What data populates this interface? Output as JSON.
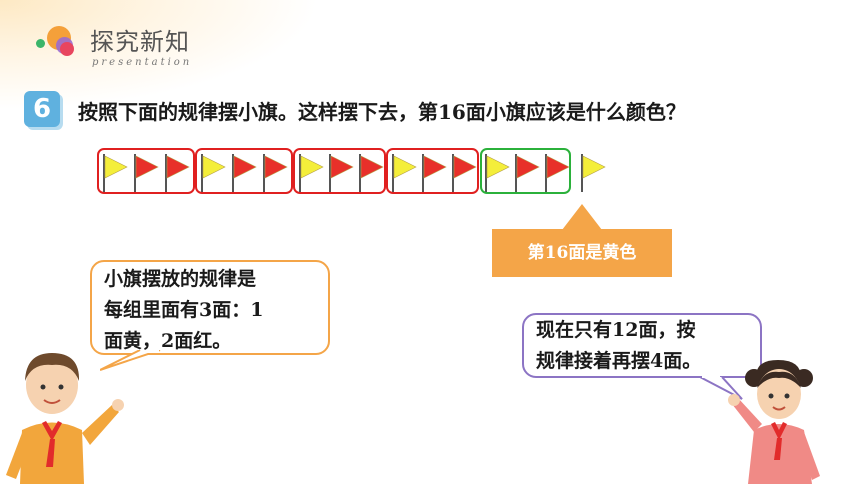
{
  "header": {
    "title": "探究新知",
    "subtitle": "presentation"
  },
  "problem": {
    "number": "6",
    "question": "按照下面的规律摆小旗。这样摆下去，第16面小旗应该是什么颜色？"
  },
  "flags": {
    "total_shown": 16,
    "pattern": [
      "yellow",
      "red",
      "red"
    ],
    "colors": {
      "yellow": "#f4ee3a",
      "red": "#e8302a",
      "pole": "#555555",
      "group_border": "#e02020",
      "highlight_border": "#2bb13b"
    }
  },
  "answer": {
    "label": "第16面是黄色",
    "color": "#f4a548"
  },
  "bubbles": {
    "left": {
      "line1": "小旗摆放的规律是",
      "line2": "每组里面有3面：1",
      "line3": "面黄，2面红。",
      "border_color": "#f4a548"
    },
    "right": {
      "line1": "现在只有12面，按",
      "line2": "规律接着再摆4面。",
      "border_color": "#8c74c4"
    }
  },
  "characters": [
    "boy-figure",
    "girl-figure"
  ]
}
